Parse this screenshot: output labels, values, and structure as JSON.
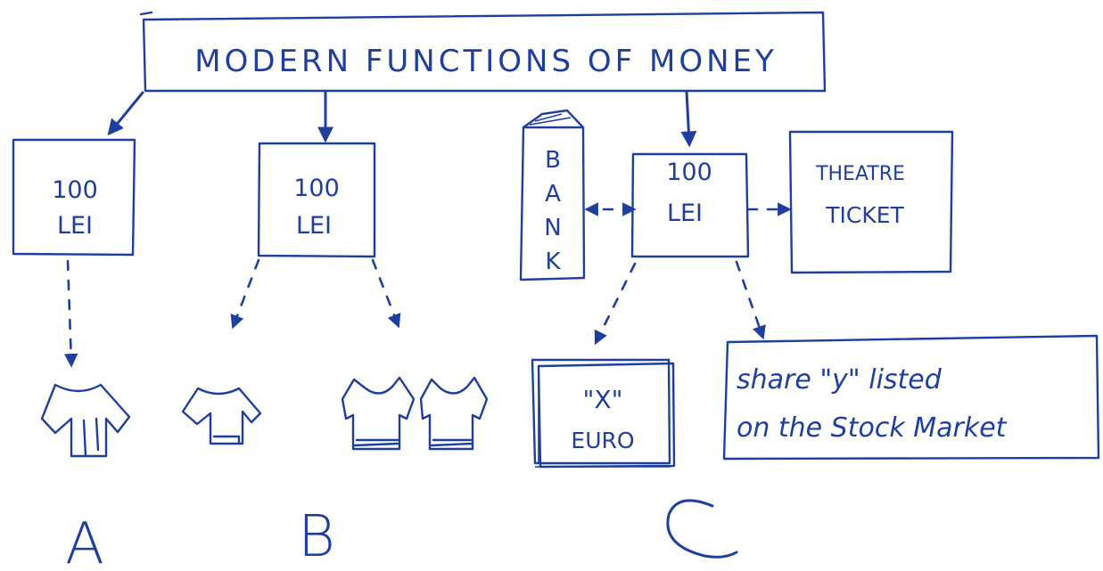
{
  "ink_color": "#1f3f9e",
  "title": "MODERN FUNCTIONS OF MONEY",
  "boxes": {
    "a": {
      "line1": "100",
      "line2": "LEI"
    },
    "b": {
      "line1": "100",
      "line2": "LEI"
    },
    "c": {
      "line1": "100",
      "line2": "LEI"
    }
  },
  "bank": {
    "letters": [
      "B",
      "A",
      "N",
      "K"
    ]
  },
  "theatre": {
    "line1": "THEATRE",
    "line2": "TICKET"
  },
  "euro": {
    "line1": "\"X\"",
    "line2": "EURO"
  },
  "share": {
    "line1": "share \"y\" listed",
    "line2": "on the Stock Market"
  },
  "labels": {
    "a": "A",
    "b": "B",
    "c": "C"
  },
  "icons": {
    "a_shirt": "t-shirt-icon",
    "b_shirt": "t-shirt-icon",
    "b_blouses": "blouse-icon"
  }
}
